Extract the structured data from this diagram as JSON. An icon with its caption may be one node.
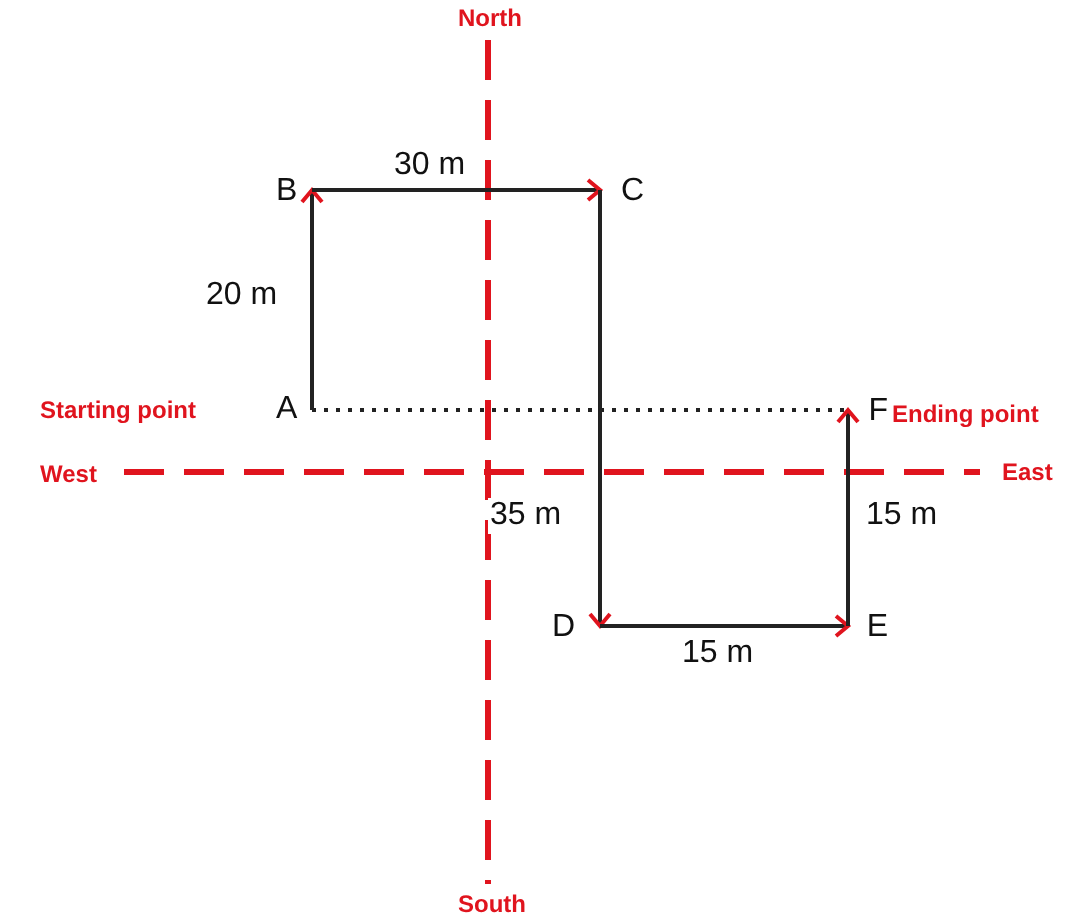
{
  "diagram": {
    "nodes": [
      {
        "text": [
          "A"
        ],
        "beside": [
          "Starting point"
        ]
      },
      {
        "text": [
          "B"
        ]
      },
      {
        "text": [
          "C"
        ]
      },
      {
        "text": [
          "D"
        ]
      },
      {
        "text": [
          "E"
        ]
      },
      {
        "text": [
          "F"
        ],
        "beside": [
          "Ending point"
        ]
      }
    ],
    "edges": [
      {
        "from": 0,
        "to": 1,
        "arrow": "to",
        "label": "20 m"
      },
      {
        "from": 1,
        "to": 2,
        "arrow": "to",
        "label": "30 m"
      },
      {
        "from": 2,
        "to": 3,
        "arrow": "to",
        "label": "35 m"
      },
      {
        "from": 3,
        "to": 4,
        "arrow": "to",
        "label": "15 m"
      },
      {
        "from": 4,
        "to": 5,
        "arrow": "to",
        "label": "15 m"
      },
      {
        "from": 0,
        "to": 5,
        "arrow": "none",
        "style": "dashed"
      }
    ],
    "labels": [
      "North",
      "West",
      "East",
      "South"
    ]
  }
}
